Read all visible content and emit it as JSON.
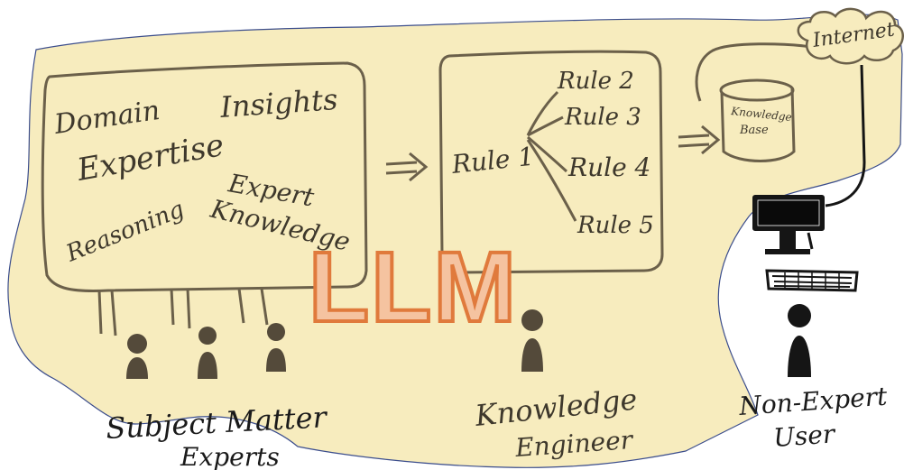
{
  "colors": {
    "background": "#f7ecbe",
    "ink": "#6b604a",
    "dark_ink": "#151515",
    "overlay_fill": "#f5c3a0",
    "overlay_stroke": "#e07a3c"
  },
  "left_box": {
    "domain": "Domain",
    "expertise": "Expertise",
    "insights": "Insights",
    "expert": "Expert",
    "knowledge": "Knowledge",
    "reasoning": "Reasoning"
  },
  "rules": {
    "rule1": "Rule 1",
    "rule2": "Rule 2",
    "rule3": "Rule 3",
    "rule4": "Rule 4",
    "rule5": "Rule 5"
  },
  "knowledge_base": {
    "line1": "Knowledge",
    "line2": "Base"
  },
  "internet_label": "Internet",
  "people": {
    "experts_line1": "Subject Matter",
    "experts_line2": "Experts",
    "engineer_line1": "Knowledge",
    "engineer_line2": "Engineer",
    "user_line1": "Non-Expert",
    "user_line2": "User"
  },
  "overlay_label": "LLM"
}
